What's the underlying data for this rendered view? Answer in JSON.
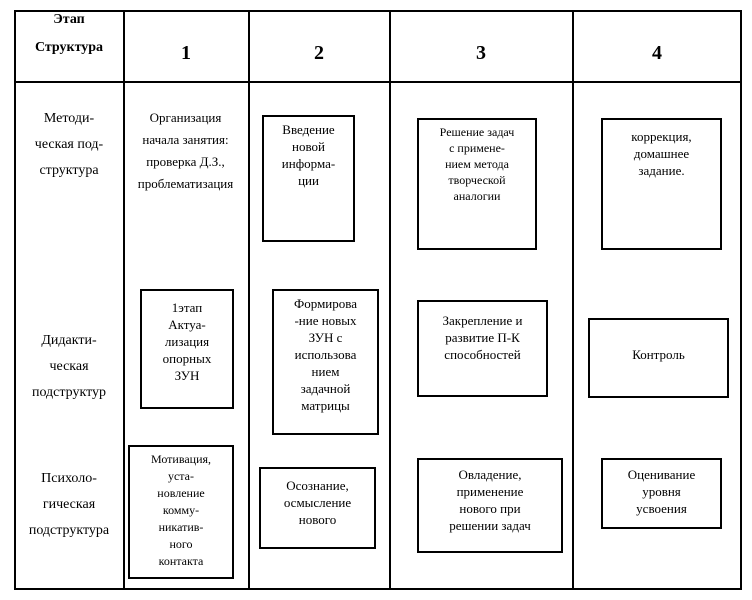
{
  "header": {
    "corner_top": "Этап",
    "corner_bottom": "Структура",
    "stages": [
      "1",
      "2",
      "3",
      "4"
    ]
  },
  "rows": {
    "methodical": [
      "Методи-",
      "ческая под-",
      "структура"
    ],
    "didactic": [
      "Дидакти-",
      "ческая",
      "подструктур"
    ],
    "psychological": [
      "Психоло-",
      "гическая",
      "подструктура"
    ]
  },
  "cells": {
    "m1": [
      "Организация",
      "начала занятия:",
      "проверка Д.З.,",
      "проблематизация"
    ],
    "m2": [
      "Введение",
      "новой",
      "информа-",
      "ции"
    ],
    "m3": [
      "Решение задач",
      "с примене-",
      "нием метода",
      "творческой",
      "аналогии"
    ],
    "m4": [
      "коррекция,",
      "домашнее",
      "задание."
    ],
    "d1": [
      "1этап",
      "Актуа-",
      "лизация",
      "опорных",
      "ЗУН"
    ],
    "d2": [
      "Формирова",
      "-ние новых",
      "ЗУН с",
      "использова",
      "нием",
      "задачной",
      "матрицы"
    ],
    "d3": [
      "Закрепление и",
      "развитие П-К",
      "способностей"
    ],
    "d4": [
      "Контроль"
    ],
    "p1": [
      "Мотивация,",
      "уста-",
      "новление",
      "комму-",
      "никатив-",
      "ного",
      "контакта"
    ],
    "p2": [
      "Осознание,",
      "осмысление",
      "нового"
    ],
    "p3": [
      "Овладение,",
      "применение",
      "нового при",
      "решении задач"
    ],
    "p4": [
      "Оценивание",
      "уровня",
      "усвоения"
    ]
  }
}
